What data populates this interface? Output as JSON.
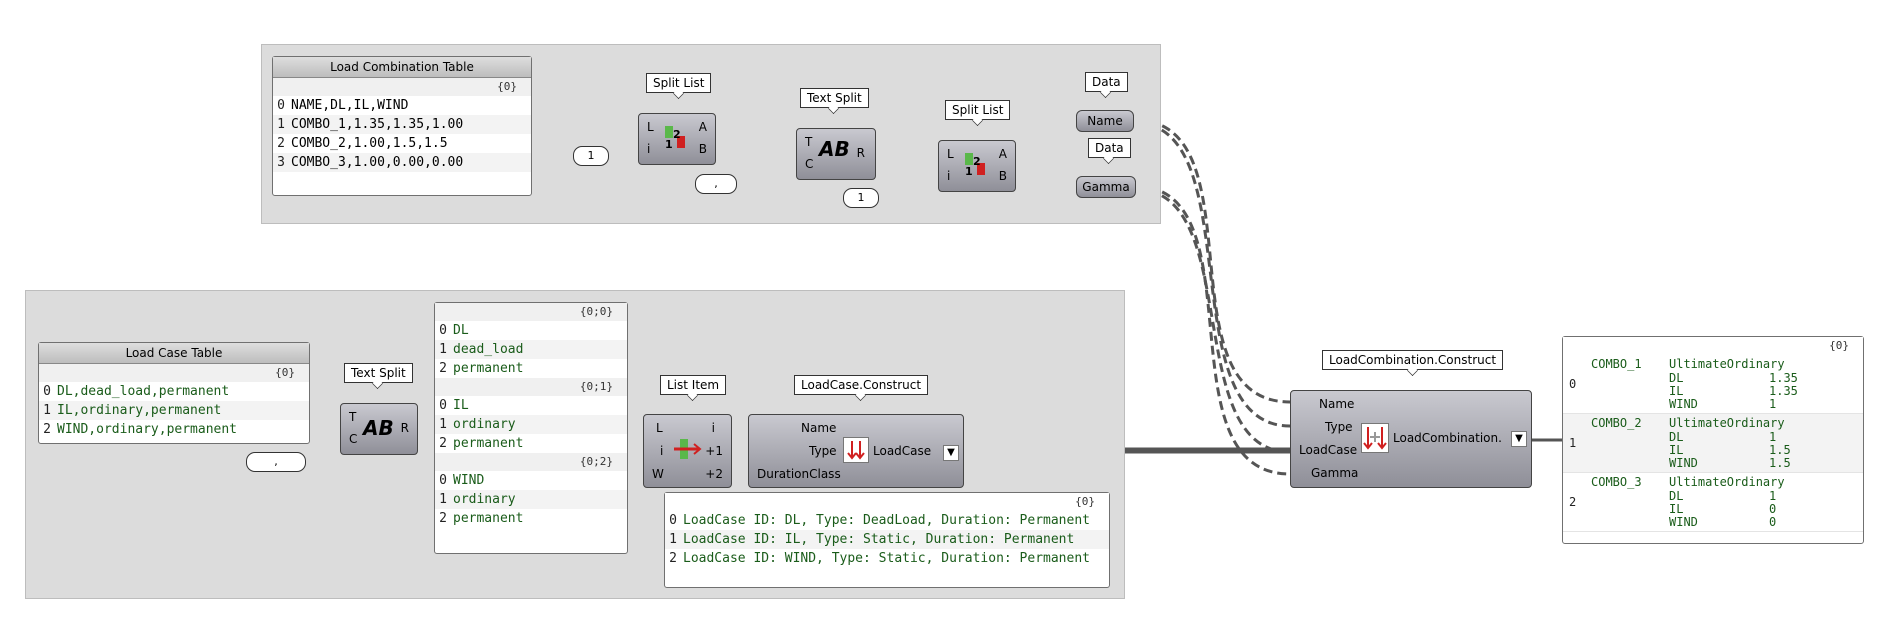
{
  "load_combination_table": {
    "title": "Load Combination Table",
    "path": "{0}",
    "rows": [
      {
        "i": "0",
        "v": "NAME,DL,IL,WIND"
      },
      {
        "i": "1",
        "v": "COMBO_1,1.35,1.35,1.00"
      },
      {
        "i": "2",
        "v": "COMBO_2,1.00,1.5,1.5"
      },
      {
        "i": "3",
        "v": "COMBO_3,1.00,0.00,0.00"
      }
    ]
  },
  "split_list_1": {
    "tag": "Split List",
    "in_l": "L",
    "in_i": "i",
    "out_a": "A",
    "out_b": "B",
    "index_value": "1"
  },
  "text_split_1": {
    "tag": "Text Split",
    "in_t": "T",
    "in_c": "C",
    "out_r": "R",
    "sep": ","
  },
  "split_list_2": {
    "tag": "Split List",
    "in_l": "L",
    "in_i": "i",
    "out_a": "A",
    "out_b": "B",
    "index_value": "1"
  },
  "data_name": {
    "tag": "Data",
    "label": "Name"
  },
  "data_gamma": {
    "tag": "Data",
    "label": "Gamma"
  },
  "load_case_table": {
    "title": "Load Case Table",
    "path": "{0}",
    "rows": [
      {
        "i": "0",
        "v": "DL,dead_load,permanent"
      },
      {
        "i": "1",
        "v": "IL,ordinary,permanent"
      },
      {
        "i": "2",
        "v": "WIND,ordinary,permanent"
      }
    ]
  },
  "text_split_2": {
    "tag": "Text Split",
    "in_t": "T",
    "in_c": "C",
    "out_r": "R",
    "sep": ","
  },
  "split_panel": {
    "groups": [
      {
        "path": "{0;0}",
        "rows": [
          {
            "i": "0",
            "v": "DL"
          },
          {
            "i": "1",
            "v": "dead_load"
          },
          {
            "i": "2",
            "v": "permanent"
          }
        ]
      },
      {
        "path": "{0;1}",
        "rows": [
          {
            "i": "0",
            "v": "IL"
          },
          {
            "i": "1",
            "v": "ordinary"
          },
          {
            "i": "2",
            "v": "permanent"
          }
        ]
      },
      {
        "path": "{0;2}",
        "rows": [
          {
            "i": "0",
            "v": "WIND"
          },
          {
            "i": "1",
            "v": "ordinary"
          },
          {
            "i": "2",
            "v": "permanent"
          }
        ]
      }
    ]
  },
  "list_item": {
    "tag": "List Item",
    "in_l": "L",
    "in_i": "i",
    "in_w": "W",
    "out_i": "i",
    "out_p1": "+1",
    "out_p2": "+2"
  },
  "loadcase_construct": {
    "tag": "LoadCase.Construct",
    "in_name": "Name",
    "in_type": "Type",
    "in_duration": "DurationClass",
    "output": "LoadCase"
  },
  "loadcase_output": {
    "path": "{0}",
    "rows": [
      {
        "i": "0",
        "v": "LoadCase ID: DL, Type: DeadLoad, Duration: Permanent"
      },
      {
        "i": "1",
        "v": "LoadCase ID: IL, Type: Static, Duration: Permanent"
      },
      {
        "i": "2",
        "v": "LoadCase ID: WIND, Type: Static, Duration: Permanent"
      }
    ]
  },
  "loadcombination_construct": {
    "tag": "LoadCombination.Construct",
    "in_name": "Name",
    "in_type": "Type",
    "in_loadcase": "LoadCase",
    "in_gamma": "Gamma",
    "output": "LoadCombination."
  },
  "combination_output": {
    "path": "{0}",
    "items": [
      {
        "i": "0",
        "name": "COMBO_1",
        "kind": "UltimateOrdinary",
        "f": [
          [
            "DL",
            "1.35"
          ],
          [
            "IL",
            "1.35"
          ],
          [
            "WIND",
            "1"
          ]
        ]
      },
      {
        "i": "1",
        "name": "COMBO_2",
        "kind": "UltimateOrdinary",
        "f": [
          [
            "DL",
            "1"
          ],
          [
            "IL",
            "1.5"
          ],
          [
            "WIND",
            "1.5"
          ]
        ]
      },
      {
        "i": "2",
        "name": "COMBO_3",
        "kind": "UltimateOrdinary",
        "f": [
          [
            "DL",
            "1"
          ],
          [
            "IL",
            "0"
          ],
          [
            "WIND",
            "0"
          ]
        ]
      }
    ]
  },
  "colors": {
    "group_bg": "#dcdcdc",
    "component": "#a3a3ab",
    "text_green": "#1a5c1a"
  },
  "icons": [
    "split-list-icon",
    "text-split-icon",
    "list-item-icon",
    "loadcase-icon",
    "loadcombination-icon",
    "expand-arrow-icon"
  ]
}
